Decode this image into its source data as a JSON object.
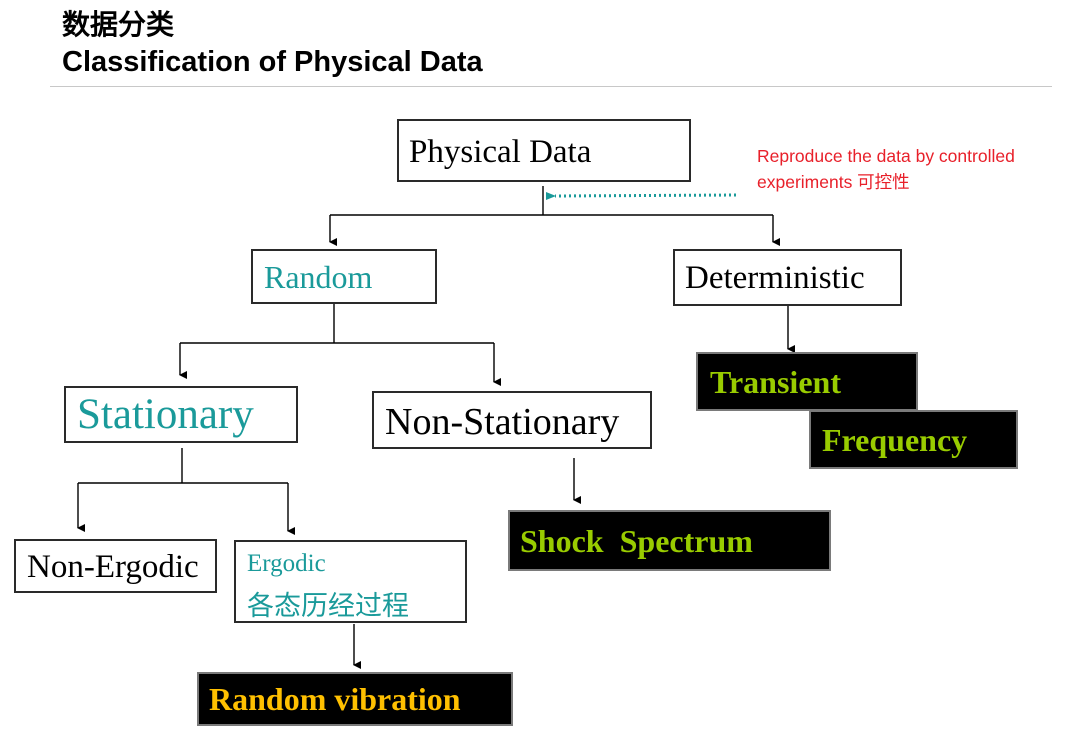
{
  "slide": {
    "title_zh": "数据分类",
    "title_en": "Classification of Physical Data"
  },
  "nodes": {
    "physical_data": "Physical Data",
    "random": "Random",
    "deterministic": "Deterministic",
    "stationary": "Stationary",
    "non_stationary": "Non-Stationary",
    "non_ergodic": "Non-Ergodic",
    "ergodic": "Ergodic",
    "ergodic_zh": "各态历经过程"
  },
  "applications": {
    "transient": "Transient",
    "frequency": "Frequency",
    "shock_spectrum": "Shock  Spectrum",
    "random_vibration": "Random vibration"
  },
  "annotation": {
    "line1": "Reproduce the data by controlled",
    "line2": "experiments 可控性"
  },
  "colors": {
    "teal_text": "#1a9a9a",
    "green_text": "#99cc00",
    "orange_text": "#ffc000",
    "annotation_red": "#e8202a",
    "dotted_arrow": "#1a9a9a"
  }
}
